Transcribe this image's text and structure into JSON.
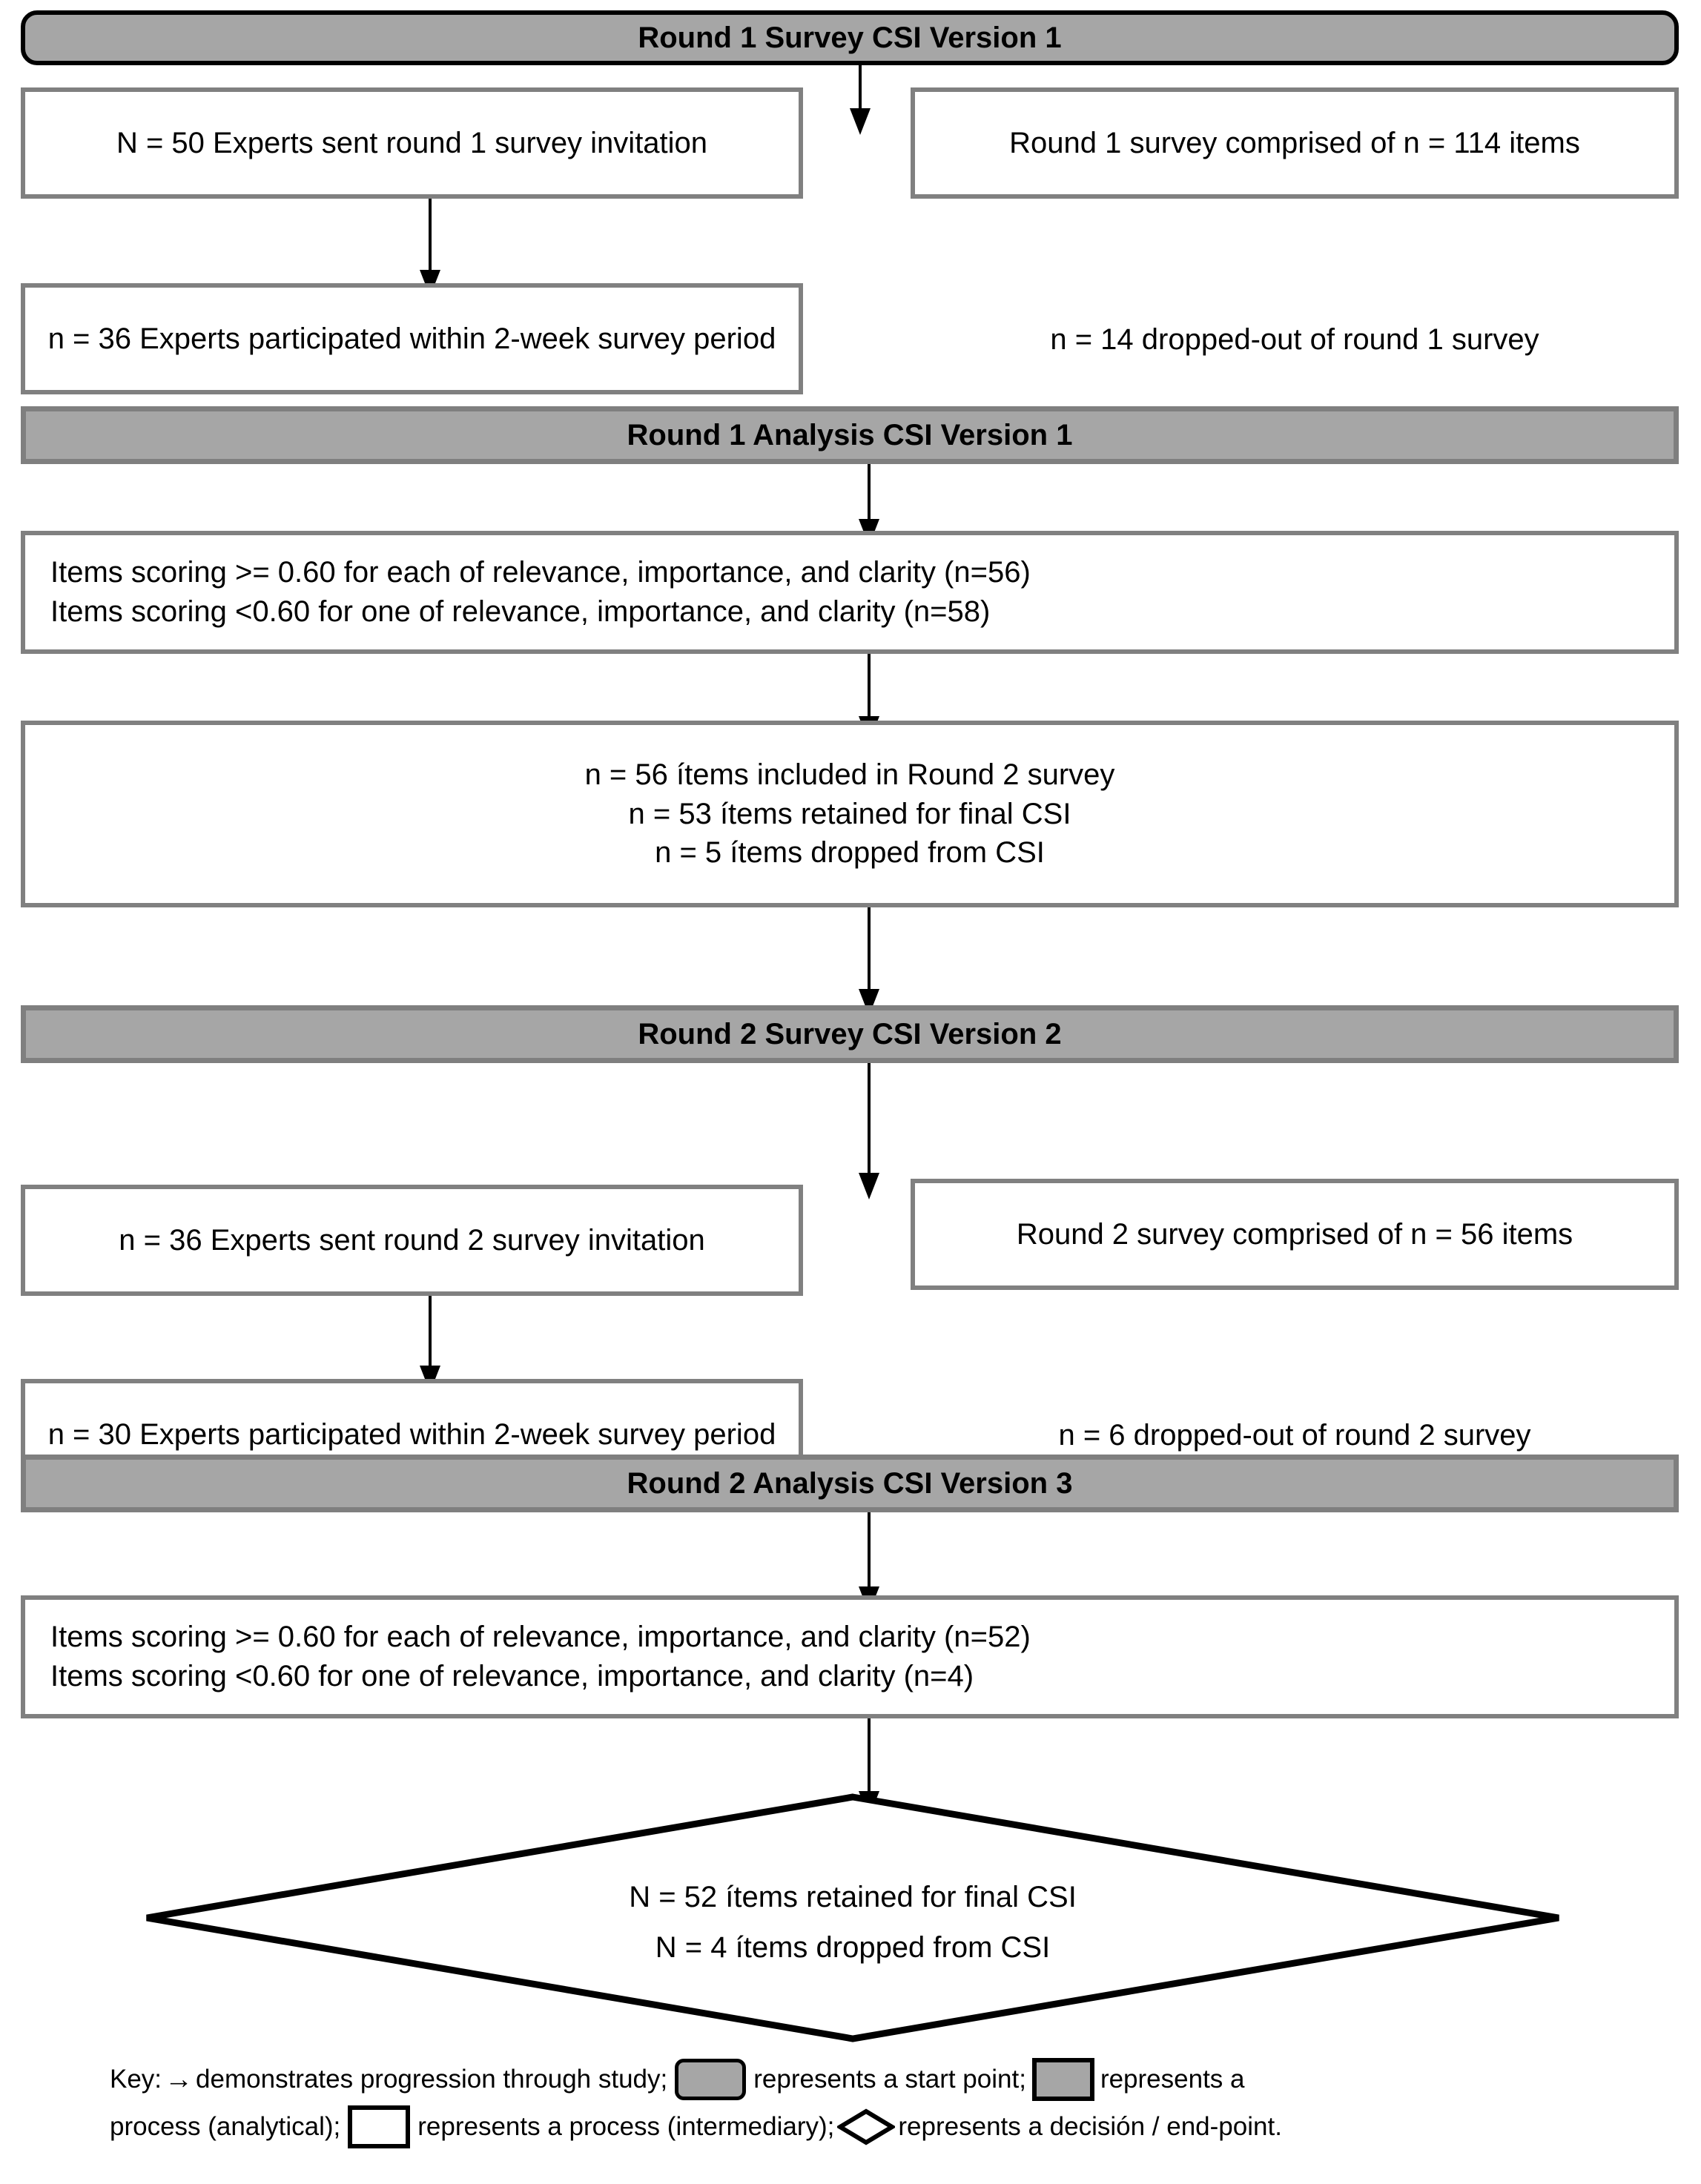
{
  "diagram": {
    "title": "Delphi survey CSI development flowchart",
    "colors": {
      "gray_fill": "#a6a6a6",
      "gray_border": "#7f7f7f",
      "box_border": "#808080",
      "line": "#000000",
      "background": "#ffffff"
    },
    "nodes": {
      "round1_survey_header": "Round 1 Survey CSI Version 1",
      "experts_sent_r1": "N = 50 Experts sent round 1 survey invitation",
      "r1_survey_items": "Round 1 survey comprised of n = 114 items",
      "experts_participated_r1": "n = 36 Experts participated within 2-week survey period",
      "dropped_out_r1": "n = 14 dropped-out of round 1 survey",
      "round1_analysis_header": "Round 1 Analysis CSI Version 1",
      "r1_scoring_line1": "Items scoring >= 0.60 for each of relevance, importance, and clarity (n=56)",
      "r1_scoring_line2": "Items scoring <0.60 for one of relevance, importance, and clarity (n=58)",
      "r1_outcome_line1": "n = 56 ítems included in Round 2 survey",
      "r1_outcome_line2": "n = 53 ítems retained for final CSI",
      "r1_outcome_line3": "n = 5 ítems dropped from CSI",
      "round2_survey_header": "Round 2 Survey CSI Version 2",
      "experts_sent_r2": "n = 36 Experts sent round 2 survey invitation",
      "r2_survey_items": "Round 2 survey comprised of n = 56 items",
      "experts_participated_r2": "n = 30 Experts participated within 2-week survey period",
      "dropped_out_r2": "n = 6 dropped-out of round 2 survey",
      "round2_analysis_header": "Round 2 Analysis CSI Version 3",
      "r2_scoring_line1": "Items scoring >= 0.60 for each of relevance, importance, and clarity (n=52)",
      "r2_scoring_line2": "Items scoring <0.60 for one of relevance, importance, and clarity (n=4)",
      "final_decision_line1": "N = 52 ítems retained for final CSI",
      "final_decision_line2": "N = 4 ítems dropped from CSI"
    },
    "key": {
      "label": "Key:",
      "arrow_glyph": "→",
      "arrow_text": "demonstrates progression through study;",
      "start_point_text": "represents a start point;",
      "analytical_text_a": "represents a",
      "analytical_text_b": "process (analytical);",
      "intermediary_text": "represents a process (intermediary);",
      "decision_text": "represents a decisión / end-point."
    }
  }
}
